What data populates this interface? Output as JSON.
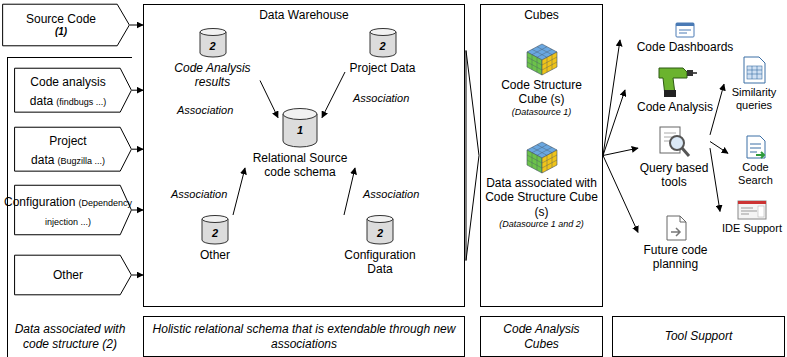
{
  "diagram": {
    "nodes": [
      {
        "text": [
          "Source Code",
          "(1)"
        ]
      },
      {
        "text": [
          "Data associated with code structure (2)"
        ]
      },
      {
        "text": [
          "Code analysis data",
          "(findbugs ...)"
        ],
        "in": 1
      },
      {
        "text": [
          "Project data",
          "(Bugzilla ...)"
        ],
        "in": 1
      },
      {
        "text": [
          "Configuration",
          "(Dependency injection ...)"
        ],
        "in": 1
      },
      {
        "text": [
          "Other"
        ],
        "in": 1
      },
      {
        "text": [
          "Data Warehouse"
        ]
      },
      {
        "text": [
          "2",
          "Code Analysis results"
        ],
        "in": 6
      },
      {
        "text": [
          "2",
          "Project Data"
        ],
        "in": 6
      },
      {
        "text": [
          "1",
          "Relational Source code schema"
        ],
        "in": 6
      },
      {
        "text": [
          "2",
          "Other"
        ],
        "in": 6
      },
      {
        "text": [
          "2",
          "Configuration Data"
        ],
        "in": 6
      },
      {
        "text": [
          "Holistic relational schema that is extendable through new associations"
        ]
      },
      {
        "text": [
          "Cubes"
        ]
      },
      {
        "text": [
          "Code Structure Cube (s)",
          "(Datasource 1)"
        ],
        "in": 13
      },
      {
        "text": [
          "Data associated with Code Structure Cube (s)",
          "(Datasource 1 and 2)"
        ],
        "in": 13
      },
      {
        "text": [
          "Code Analysis Cubes"
        ]
      },
      {
        "text": [
          "Tool Support"
        ]
      },
      {
        "text": [
          "Code Dashboards"
        ]
      },
      {
        "text": [
          "Code Analysis"
        ]
      },
      {
        "text": [
          "Query based tools"
        ]
      },
      {
        "text": [
          "Future code planning"
        ]
      },
      {
        "text": [
          "Similarity queries"
        ]
      },
      {
        "text": [
          "Code Search"
        ]
      },
      {
        "text": [
          "IDE Support"
        ]
      }
    ],
    "edges": [
      {
        "from": 0,
        "to": 6,
        "arrow": "to"
      },
      {
        "from": 2,
        "to": 6,
        "arrow": "to"
      },
      {
        "from": 3,
        "to": 6,
        "arrow": "to"
      },
      {
        "from": 4,
        "to": 6,
        "arrow": "to"
      },
      {
        "from": 5,
        "to": 6,
        "arrow": "to"
      },
      {
        "from": 7,
        "to": 9,
        "label": "Association",
        "arrow": "to"
      },
      {
        "from": 8,
        "to": 9,
        "label": "Association",
        "arrow": "to"
      },
      {
        "from": 10,
        "to": 9,
        "label": "Association",
        "arrow": "to"
      },
      {
        "from": 11,
        "to": 9,
        "label": "Association",
        "arrow": "to"
      },
      {
        "from": 6,
        "to": 13,
        "arrow": "to"
      },
      {
        "from": 13,
        "to": 18,
        "arrow": "to"
      },
      {
        "from": 13,
        "to": 19,
        "arrow": "to"
      },
      {
        "from": 13,
        "to": 20,
        "arrow": "to"
      },
      {
        "from": 13,
        "to": 21,
        "arrow": "to"
      },
      {
        "from": 20,
        "to": 22,
        "arrow": "to"
      },
      {
        "from": 20,
        "to": 23,
        "arrow": "to"
      },
      {
        "from": 20,
        "to": 24,
        "arrow": "to"
      }
    ]
  }
}
